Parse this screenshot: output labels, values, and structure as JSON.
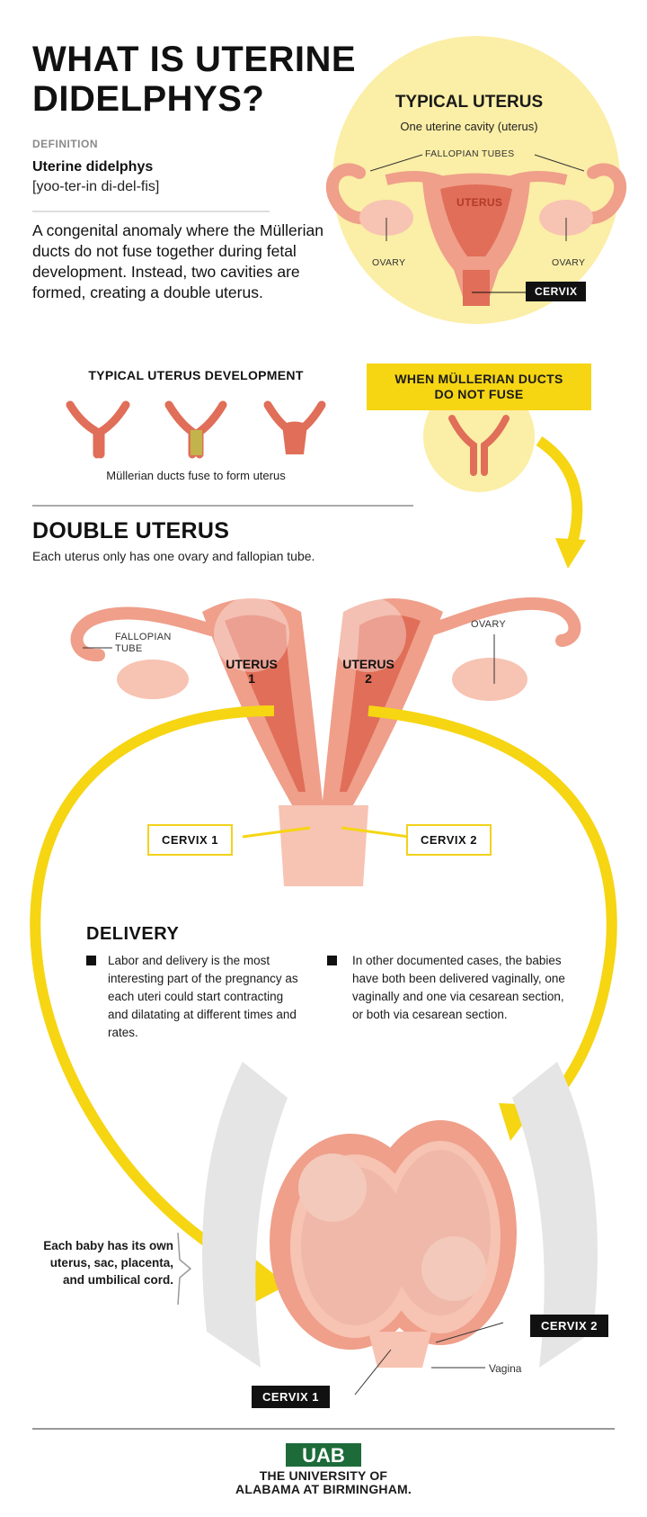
{
  "header": {
    "title_line1": "WHAT IS UTERINE",
    "title_line2": "DIDELPHYS?"
  },
  "definition": {
    "label": "DEFINITION",
    "term": "Uterine didelphys",
    "pronunciation": "[yoo-ter-in di-del-fis]",
    "text": "A congenital anomaly where the Müllerian ducts do not fuse together during fetal development. Instead, two cavities are formed, creating a double uterus."
  },
  "typical_uterus": {
    "title": "TYPICAL UTERUS",
    "subtitle": "One uterine cavity (uterus)",
    "fallopian_label": "FALLOPIAN TUBES",
    "uterus_label": "UTERUS",
    "ovary_left": "OVARY",
    "ovary_right": "OVARY",
    "cervix_label": "CERVIX"
  },
  "development": {
    "title": "TYPICAL UTERUS DEVELOPMENT",
    "caption": "Müllerian ducts fuse to form uterus",
    "not_fuse_line1": "WHEN MÜLLERIAN DUCTS",
    "not_fuse_line2": "DO NOT FUSE"
  },
  "double_uterus": {
    "title": "DOUBLE UTERUS",
    "subtitle": "Each uterus only has one ovary and fallopian tube.",
    "fallopian_line1": "FALLOPIAN",
    "fallopian_line2": "TUBE",
    "ovary_label": "OVARY",
    "uterus1_line1": "UTERUS",
    "uterus1_line2": "1",
    "uterus2_line1": "UTERUS",
    "uterus2_line2": "2",
    "cervix1_label": "CERVIX 1",
    "cervix2_label": "CERVIX 2"
  },
  "delivery": {
    "title": "DELIVERY",
    "bullet1": "Labor and delivery is the most interesting part of the pregnancy as each uteri could start contracting and dilatating at different times and rates.",
    "bullet2": "In other documented cases, the babies have both been delivered vaginally, one vaginally and one via cesarean section, or both via cesarean section."
  },
  "pregnancy": {
    "note": "Each baby has its own uterus, sac, placenta, and umbilical cord.",
    "cervix1_label": "CERVIX 1",
    "cervix2_label": "CERVIX 2",
    "vagina_label": "Vagina"
  },
  "footer": {
    "logo_text": "UAB",
    "org_line1": "THE UNIVERSITY OF",
    "org_line2": "ALABAMA AT BIRMINGHAM."
  },
  "colors": {
    "yellow": "#f6d513",
    "pale_yellow": "#fbeea6",
    "tissue_light": "#f7c3b2",
    "tissue_mid": "#ef9f8a",
    "tissue_dark": "#e06e58",
    "uab_green": "#1e6b3a"
  }
}
